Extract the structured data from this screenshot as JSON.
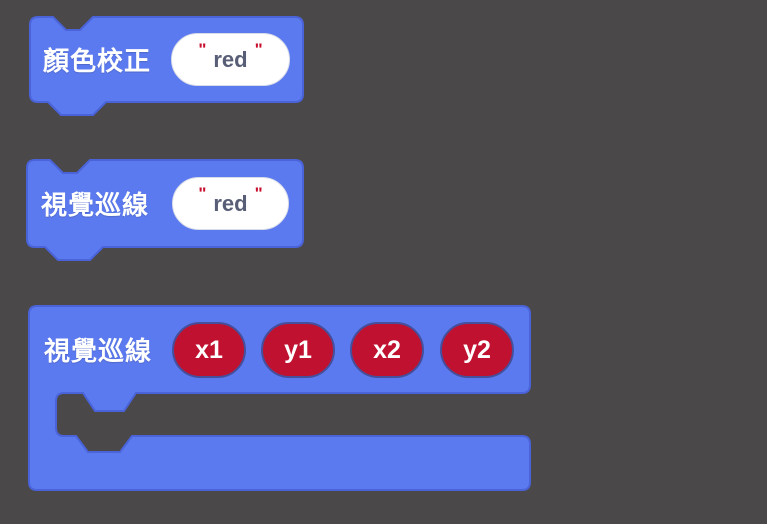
{
  "workspace": {
    "colors": {
      "background": "#4a4848",
      "block_fill": "#5c7aef",
      "block_stroke": "#4a63d8",
      "param_fill": "#c01131",
      "param_stroke": "#454f9c",
      "input_fill": "#ffffff",
      "input_text": "#575e75",
      "quote_mark": "#c8102e",
      "label_text": "#ffffff"
    },
    "blocks": {
      "color_calibration": {
        "label": "顏色校正",
        "open_quote": "\"",
        "input_value": "red",
        "close_quote": "\""
      },
      "line_follow": {
        "label": "視覺巡線",
        "open_quote": "\"",
        "input_value": "red",
        "close_quote": "\""
      },
      "line_follow_params": {
        "label": "視覺巡線",
        "params": [
          "x1",
          "y1",
          "x2",
          "y2"
        ]
      }
    }
  }
}
